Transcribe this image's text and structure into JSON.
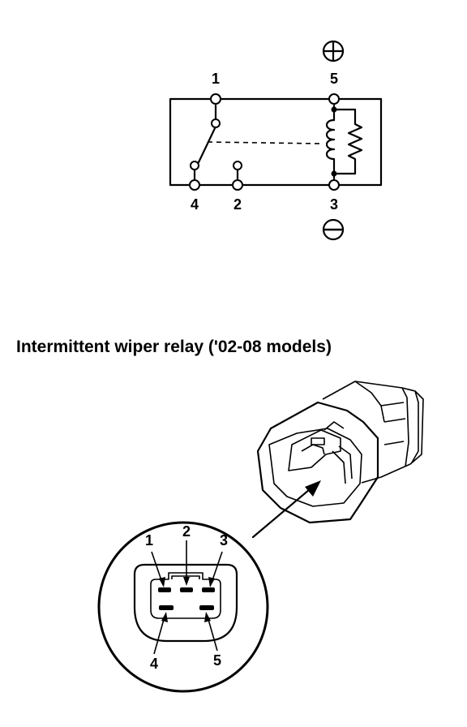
{
  "schematic": {
    "terminals": {
      "t1": "1",
      "t2": "2",
      "t3": "3",
      "t4": "4",
      "t5": "5"
    },
    "polarity": {
      "positive": "+",
      "negative": "−"
    }
  },
  "title": "Intermittent wiper relay ('02-08 models)",
  "connector_view": {
    "pins": {
      "p1": "1",
      "p2": "2",
      "p3": "3",
      "p4": "4",
      "p5": "5"
    }
  }
}
